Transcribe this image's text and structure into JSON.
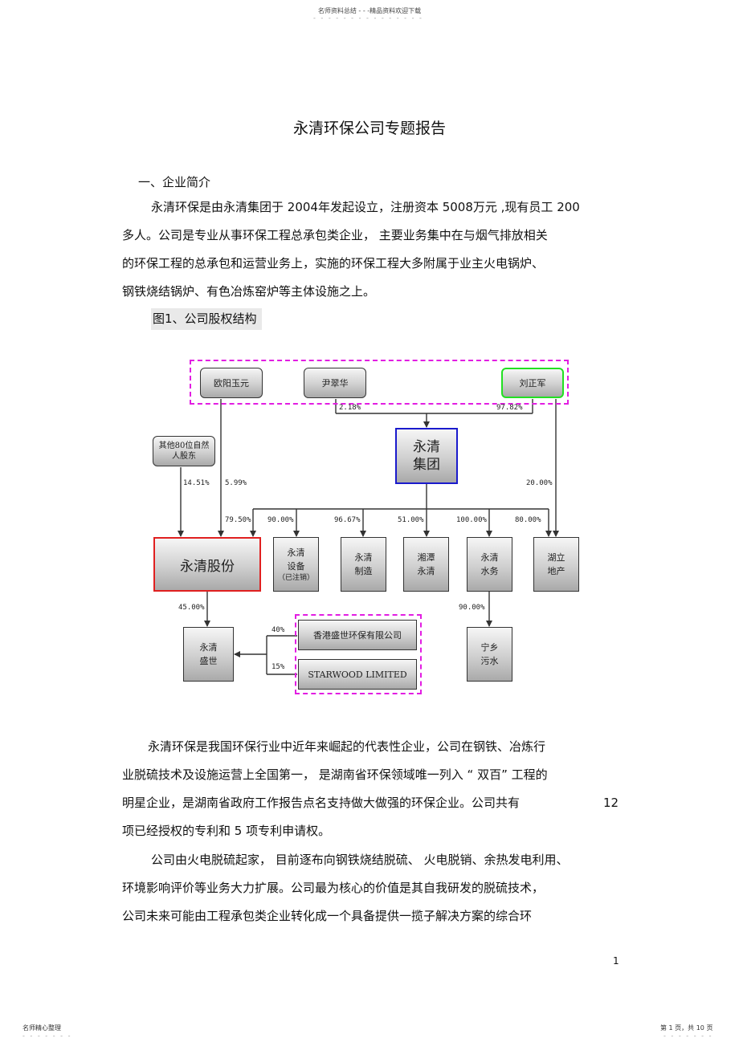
{
  "header": {
    "top_text": "名师资料总结 - - -精品资料欢迎下载",
    "dots": "- - - - - - - - - - - - - - - - - - -"
  },
  "title": "永清环保公司专题报告",
  "section1": "一、企业简介",
  "para1": [
    "永清环保是由永清集团于   2004年发起设立，注册资本 5008万元 ,现有员工 200",
    "多人。公司是专业从事环保工程总承包类企业，   主要业务集中在与烟气排放相关",
    "的环保工程的总承包和运营业务上，实施的环保工程大多附属于业主火电锅炉、",
    "钢铁烧结锅炉、有色冶炼窑炉等主体设施之上。"
  ],
  "figure_label": "图1、公司股权结构",
  "diagram": {
    "top_holders": [
      "欧阳玉元",
      "尹翠华",
      "刘正军"
    ],
    "group": "永清集团",
    "natural_holders": "其他80位自然人股东",
    "yq_share": "永清股份",
    "subsidiaries": [
      "永清设备",
      "（已注销）",
      "永清制造",
      "湘潭永清",
      "永清水务",
      "湖立地产"
    ],
    "yq_shengshi": "永清盛世",
    "hk_company": "香港盛世环保有限公司",
    "starwood": "STARWOOD LIMITED",
    "ningxiang": "宁乡污水",
    "pct": {
      "p_yin": "2.18%",
      "p_liu": "97.82%",
      "p_other": "14.51%",
      "p_ouyang": "5.99%",
      "p_liu_dc": "20.00%",
      "p_share": "79.50%",
      "p_equip": "90.00%",
      "p_mfg": "96.67%",
      "p_xt": "51.00%",
      "p_water": "100.00%",
      "p_dc": "80.00%",
      "p_ss": "45.00%",
      "p_hk": "40%",
      "p_sw": "15%",
      "p_nx": "90.00%"
    }
  },
  "para2": [
    "永清环保是我国环保行业中近年来崛起的代表性企业，公司在钢铁、冶炼行",
    "业脱硫技术及设施运营上全国第一，   是湖南省环保领域唯一列入  “ 双百” 工程的",
    "明星企业，是湖南省政府工作报告点名支持做大做强的环保企业。公司共有",
    "项已经授权的专利和   5 项专利申请权。"
  ],
  "patent_count": "12",
  "para3": [
    "公司由火电脱硫起家，  目前逐布向钢铁烧结脱硫、  火电脱销、余热发电利用、",
    "环境影响评价等业务大力扩展。公司最为核心的价值是其自我研发的脱硫技术，",
    "公司未来可能由工程承包类企业转化成一个具备提供一揽子解决方案的综合环"
  ],
  "page_number": "1",
  "footer": {
    "left": "名师精心整理",
    "right": "第 1 页，共 10 页",
    "dots": "- - - - - - -"
  }
}
